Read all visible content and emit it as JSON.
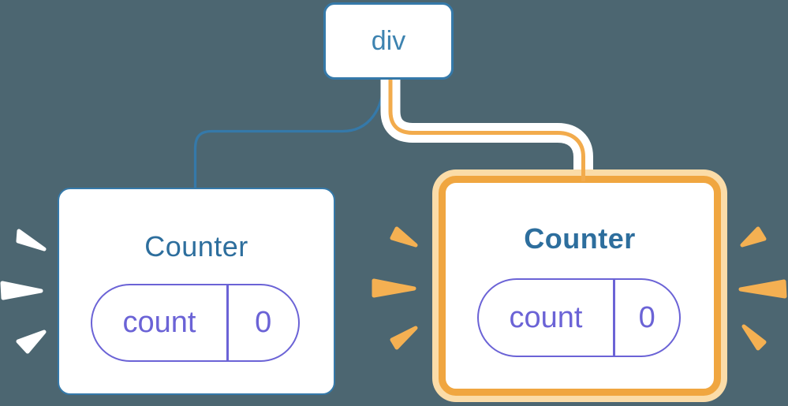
{
  "diagram": {
    "description": "React component tree: a div root with two Counter children; the second Counter is highlighted as active",
    "background_color": "#4C6671",
    "root_node": {
      "label": "div"
    },
    "edges": [
      {
        "to": "counter-left",
        "color": "#3579A9",
        "style": "plain-blue"
      },
      {
        "to": "counter-right",
        "color": "#F2AB4C",
        "style": "orange-with-white-casing"
      }
    ],
    "nodes": [
      {
        "id": "counter-left",
        "title": "Counter",
        "highlighted": false,
        "state_pill": {
          "key": "count",
          "value": "0"
        },
        "sparkles": {
          "count": 3,
          "side": "left",
          "color": "#FFFFFF"
        }
      },
      {
        "id": "counter-right",
        "title": "Counter",
        "highlighted": true,
        "state_pill": {
          "key": "count",
          "value": "0"
        },
        "sparkles": {
          "count": 6,
          "side": "left-and-right",
          "color": "#F4B052"
        }
      }
    ],
    "colors": {
      "node_border_blue": "#3579A9",
      "root_text_blue": "#3D83B0",
      "title_blue": "#2D6E9D",
      "pill_purple": "#6B63D6",
      "edge_orange": "#F2AB4C",
      "highlight_border_orange": "#F0A640",
      "highlight_halo_orange": "#FBDCA8",
      "sparkle_orange": "#F4B052",
      "card_background": "#FFFFFF"
    }
  }
}
